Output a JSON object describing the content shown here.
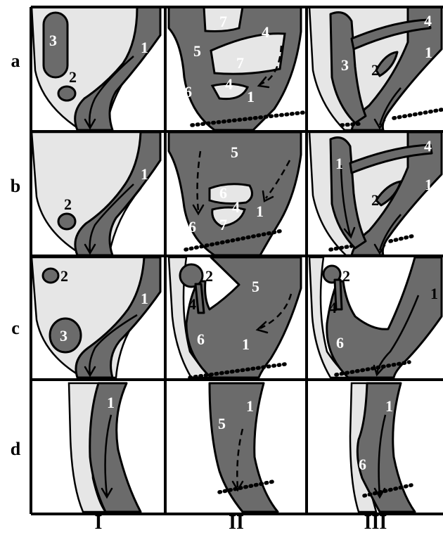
{
  "rows": [
    {
      "id": "a",
      "label": "a"
    },
    {
      "id": "b",
      "label": "b"
    },
    {
      "id": "c",
      "label": "c"
    },
    {
      "id": "d",
      "label": "d"
    }
  ],
  "columns": [
    {
      "id": "I",
      "label": "I"
    },
    {
      "id": "II",
      "label": "II"
    },
    {
      "id": "III",
      "label": "III"
    }
  ],
  "panel_numbers": {
    "aI": [
      "3",
      "2",
      "1"
    ],
    "aII": [
      "7",
      "4",
      "5",
      "7",
      "4",
      "6",
      "1"
    ],
    "aIII": [
      "4",
      "3",
      "2",
      "1"
    ],
    "bI": [
      "2",
      "1"
    ],
    "bII": [
      "5",
      "6",
      "4",
      "1",
      "6",
      "7"
    ],
    "bIII": [
      "4",
      "1",
      "2",
      "1"
    ],
    "cI": [
      "2",
      "1",
      "3"
    ],
    "cII": [
      "2",
      "5",
      "4",
      "6",
      "1"
    ],
    "cIII": [
      "2",
      "4",
      "1",
      "6"
    ],
    "dI": [
      "1"
    ],
    "dII": [
      "5",
      "1"
    ],
    "dIII": [
      "1",
      "6"
    ]
  },
  "colors": {
    "duct": "#6b6b6b",
    "lumen": "#e6e6e6",
    "line": "#000000",
    "background": "#ffffff"
  }
}
